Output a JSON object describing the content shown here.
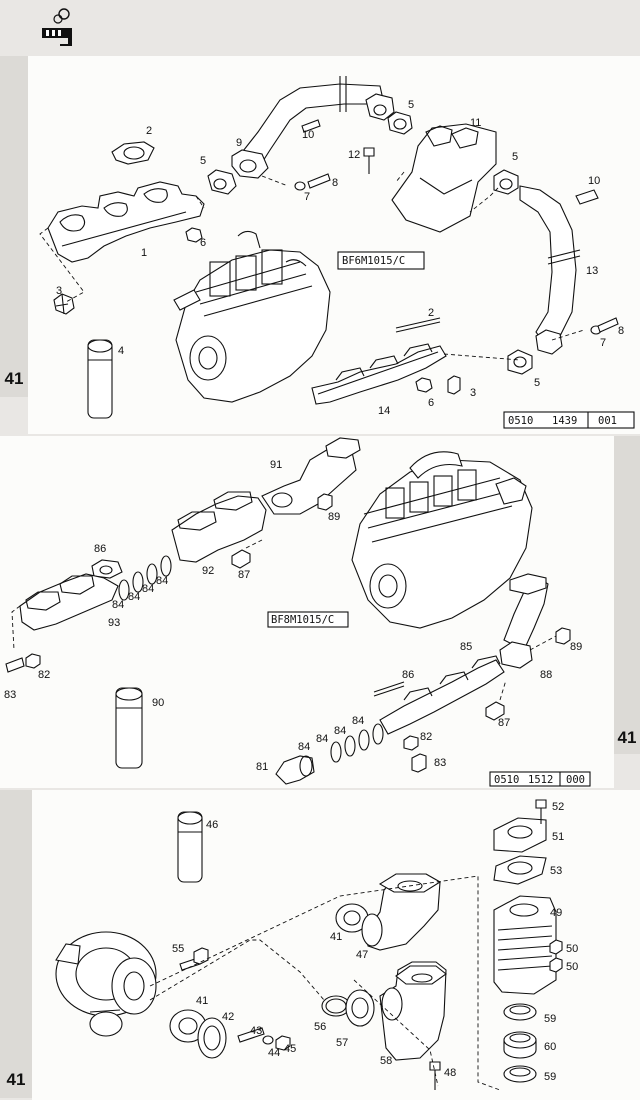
{
  "section_number": "41",
  "diagram1": {
    "model_label": "BF6M1015/C",
    "drawing_number": [
      "0510",
      "1439",
      "001"
    ],
    "callouts": [
      "1",
      "2",
      "3",
      "4",
      "5",
      "6",
      "7",
      "8",
      "9",
      "10",
      "11",
      "12",
      "13",
      "14"
    ]
  },
  "diagram2": {
    "model_label": "BF8M1015/C",
    "drawing_number": [
      "0510",
      "1512",
      "000"
    ],
    "callouts": [
      "81",
      "82",
      "83",
      "84",
      "85",
      "86",
      "87",
      "88",
      "89",
      "90",
      "91",
      "92",
      "93"
    ]
  },
  "diagram3": {
    "callouts": [
      "41",
      "42",
      "43",
      "44",
      "45",
      "46",
      "47",
      "48",
      "49",
      "50",
      "51",
      "52",
      "53",
      "55",
      "56",
      "57",
      "58",
      "59",
      "60"
    ]
  },
  "colors": {
    "ink": "#111111",
    "paper": "#fcfcfa",
    "tab": "#dcdad6",
    "background": "#e9e7e4"
  }
}
